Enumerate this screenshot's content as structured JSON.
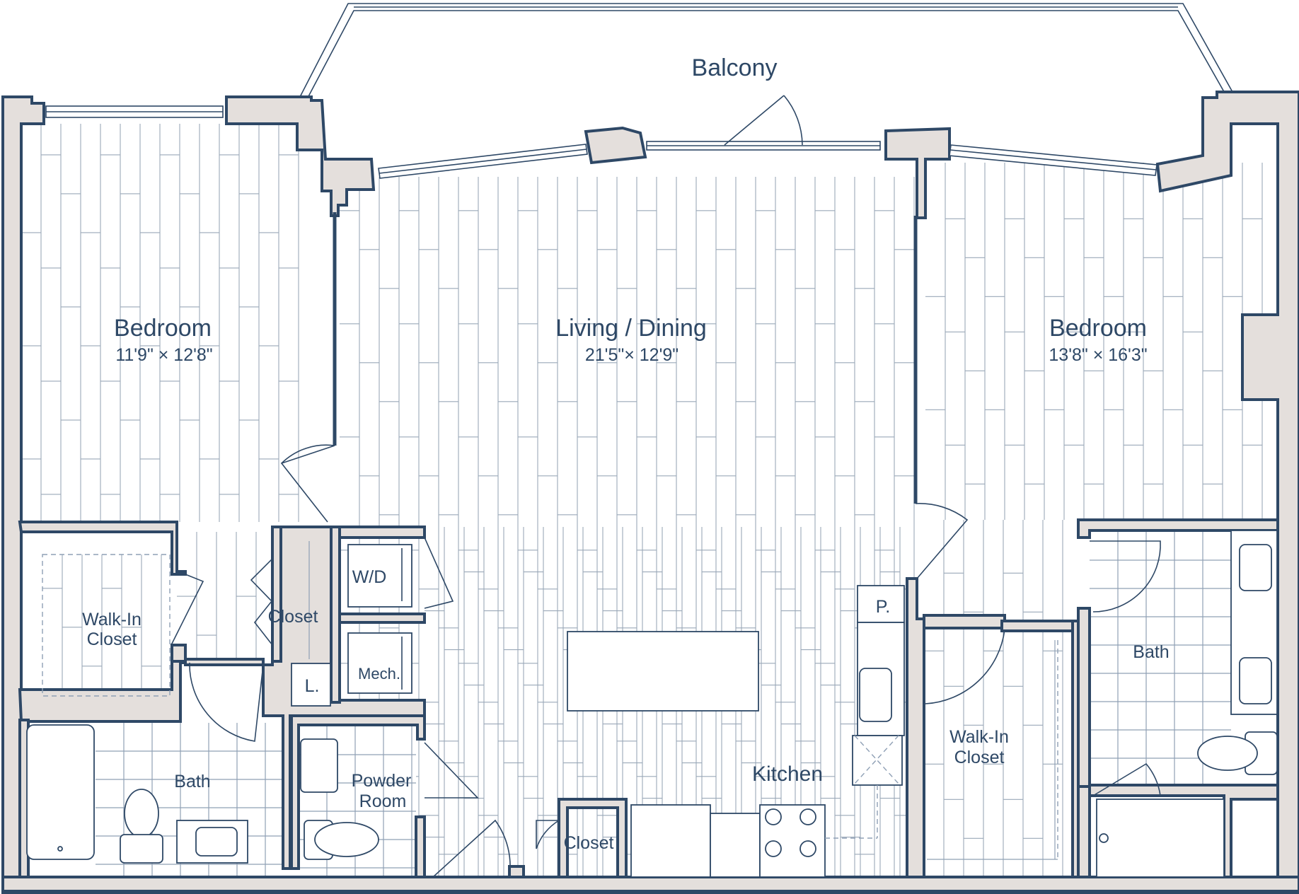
{
  "plan": {
    "rooms": {
      "balcony": {
        "name": "Balcony"
      },
      "bedroom_left": {
        "name": "Bedroom",
        "size": "11'9\" × 12'8\""
      },
      "living_dining": {
        "name": "Living / Dining",
        "size": "21'5\"× 12'9\""
      },
      "bedroom_right": {
        "name": "Bedroom",
        "size": "13'8\" × 16'3\""
      },
      "walk_in_closet_left": {
        "line1": "Walk-In",
        "line2": "Closet"
      },
      "closet_upper": {
        "name": "Closet"
      },
      "washer_dryer": {
        "name": "W/D"
      },
      "linen": {
        "name": "L."
      },
      "mechanical": {
        "name": "Mech."
      },
      "bath_left": {
        "name": "Bath"
      },
      "powder_room": {
        "line1": "Powder",
        "line2": "Room"
      },
      "closet_lower": {
        "name": "Closet"
      },
      "kitchen": {
        "name": "Kitchen"
      },
      "pantry": {
        "name": "P."
      },
      "walk_in_closet_right": {
        "line1": "Walk-In",
        "line2": "Closet"
      },
      "bath_right": {
        "name": "Bath"
      }
    },
    "colors": {
      "wall_fill": "#e4dfdc",
      "line": "#2e4866",
      "plank": "#9aa8b8"
    }
  }
}
